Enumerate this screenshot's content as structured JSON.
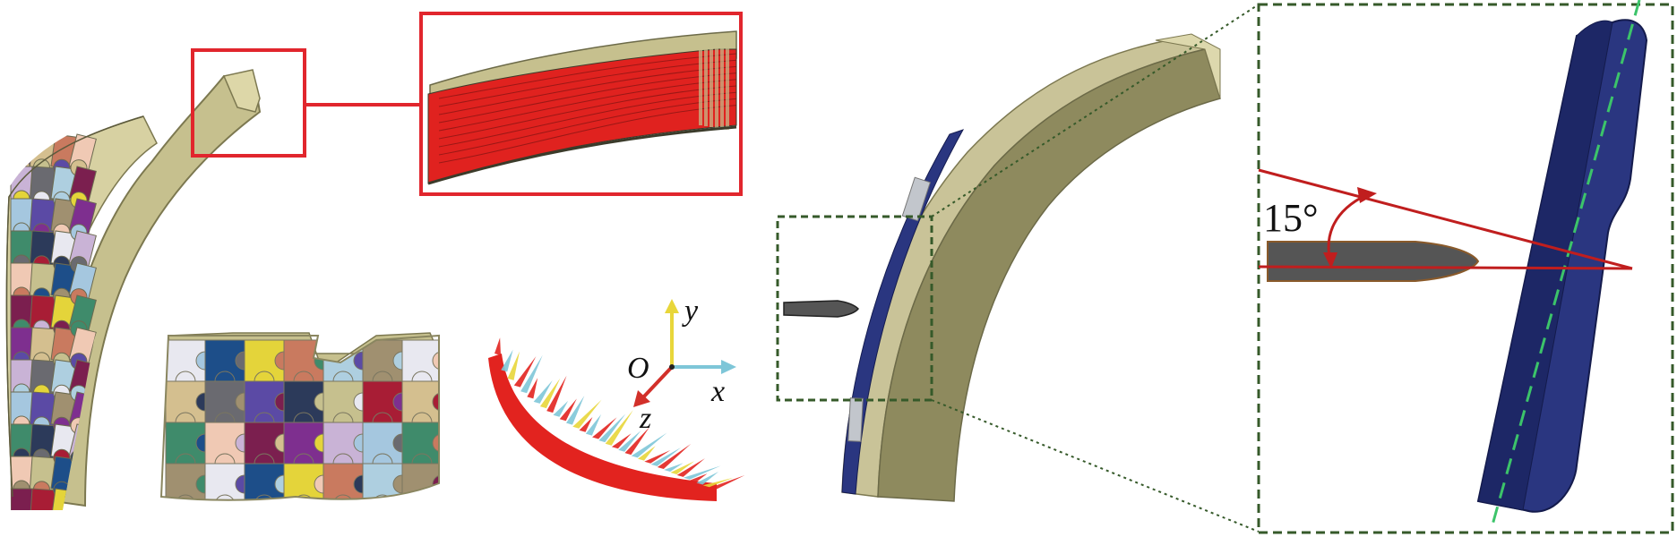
{
  "axes": {
    "y_label": "y",
    "x_label": "x",
    "z_label": "z",
    "origin_label": "O"
  },
  "angle_label": "15°",
  "colors": {
    "shell": "#c6c08e",
    "shell_dark": "#8f8a5e",
    "highlight_box": "#e1262d",
    "zoom_box": "#365a2a",
    "plate_blue": "#2a3680",
    "centerline": "#3cc46a",
    "angle_lines": "#c01e1e",
    "axis_y": "#e8d63a",
    "axis_x": "#7ec6d8",
    "axis_z": "#d2302a",
    "bullet": "#555555"
  },
  "puzzle_colors": [
    "#e8e8f0",
    "#7e2f8f",
    "#a81d35",
    "#1d4e89",
    "#c9b3d6",
    "#d4bf8f",
    "#e4d43a",
    "#a5c7df",
    "#6a6a70",
    "#c97a5f",
    "#3f8b6b",
    "#5b4aa5",
    "#aecfe0",
    "#f0c9b4",
    "#2c3a5a",
    "#a09070",
    "#7b1f4f",
    "#c6c08e"
  ]
}
